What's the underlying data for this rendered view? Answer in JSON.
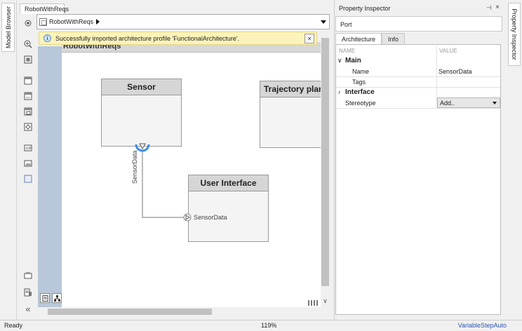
{
  "left_tab": {
    "label": "Model Browser"
  },
  "document": {
    "tab_label": "RobotWithReqs"
  },
  "breadcrumb": {
    "model_name": "RobotWithReqs"
  },
  "notification": {
    "icon": "i",
    "message": "Successfully imported architecture profile 'FunctionalArchitecture'.",
    "close": "×"
  },
  "canvas": {
    "title": "RobotWithReqs",
    "blocks": {
      "sensor": {
        "title": "Sensor"
      },
      "trajectory": {
        "title": "Trajectory plan"
      },
      "user_interface": {
        "title": "User Interface"
      }
    },
    "connection_label": "SensorData",
    "port_label": "SensorData"
  },
  "property_inspector": {
    "title": "Property Inspector",
    "pin": "⊣",
    "close": "×",
    "element_type": "Port",
    "tabs": [
      "Architecture",
      "Info"
    ],
    "columns": {
      "name": "NAME",
      "value": "VALUE"
    },
    "main_section": "Main",
    "rows": {
      "name": {
        "label": "Name",
        "value": "SensorData"
      },
      "tags": {
        "label": "Tags",
        "value": ""
      }
    },
    "interface_section": "Interface",
    "stereotype": {
      "label": "Stereotype",
      "value": "Add.."
    }
  },
  "right_tab": {
    "label": "Property Inspector"
  },
  "status_bar": {
    "left": "Ready",
    "zoom": "119%",
    "solver": "VariableStepAuto"
  },
  "colors": {
    "port_highlight": "#3a8ee6",
    "solver_link": "#2a55b0",
    "notification_bg": "#fbf3b9"
  }
}
